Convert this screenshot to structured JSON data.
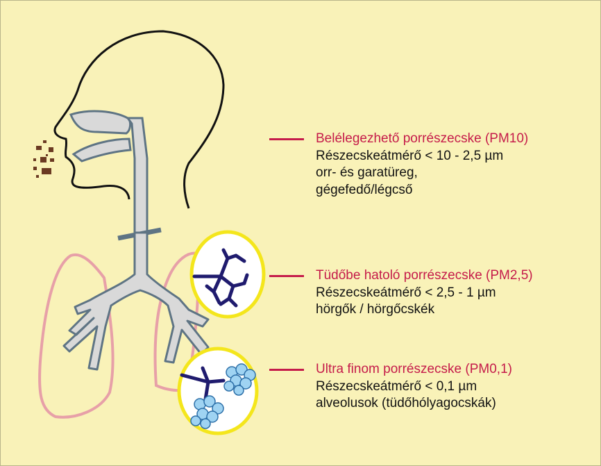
{
  "colors": {
    "background": "#f9f2b8",
    "accent": "#c51b4a",
    "text": "#111111",
    "airway_fill": "#d9d9d9",
    "airway_stroke": "#5e7484",
    "lung_outline": "#e7a0a8",
    "circle_border": "#f4e61c",
    "bronchiole": "#1f1b6e",
    "alveoli": "#9fd3f2",
    "particles": "#6b3a22"
  },
  "labels": [
    {
      "title": "Belélegezhető porrészecske (PM10)",
      "line1": "Részecskeátmérő < 10 - 2,5 µm",
      "line2": "orr- és garatüreg,",
      "line3": "gégefedő/légcső"
    },
    {
      "title": "Tüdőbe hatoló porrészecske (PM2,5)",
      "line1": "Részecskeátmérő <  2,5 - 1 µm",
      "line2": "hörgők / hörgőcskék"
    },
    {
      "title": "Ultra finom porrészecske (PM0,1)",
      "line1": "Részecskeátmérő < 0,1 µm",
      "line2": "alveolusok (tüdőhólyagocskák)"
    }
  ]
}
